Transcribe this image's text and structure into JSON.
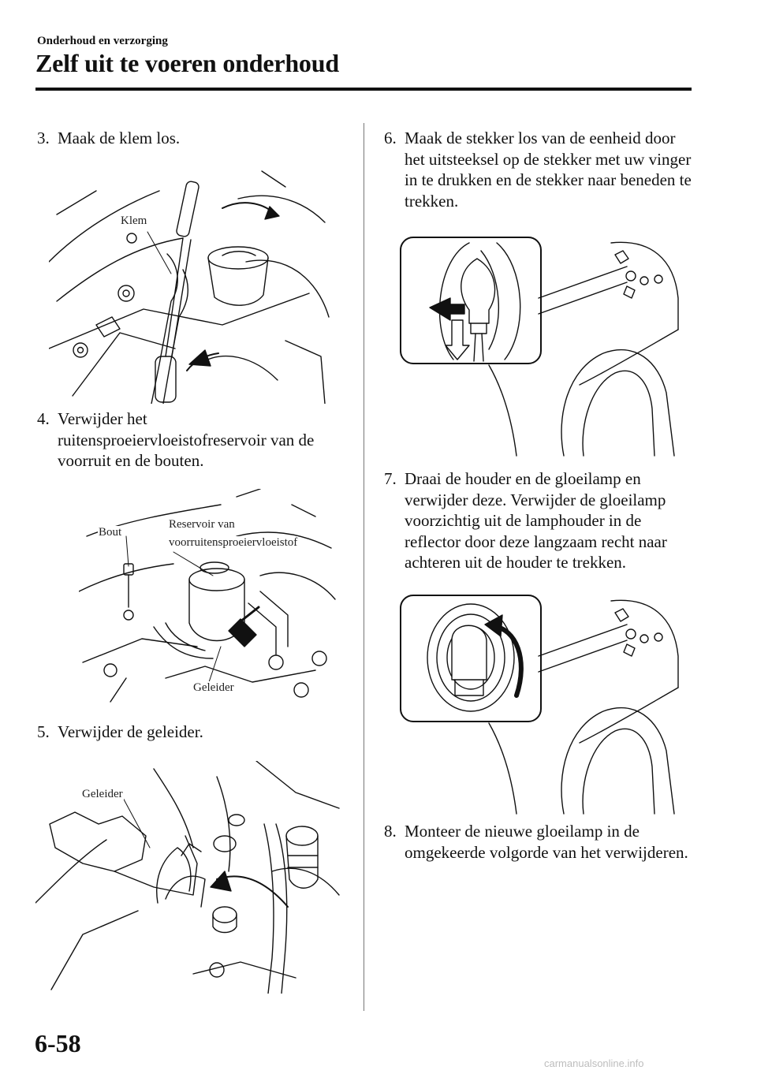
{
  "header": {
    "section": "Onderhoud en verzorging",
    "title": "Zelf uit te voeren onderhoud"
  },
  "steps": [
    {
      "num": "3.",
      "text": "Maak de klem los."
    },
    {
      "num": "4.",
      "text": "Verwijder het ruitensproeiervloeistofreservoir van de voorruit en de bouten."
    },
    {
      "num": "5.",
      "text": "Verwijder de geleider."
    },
    {
      "num": "6.",
      "text": "Maak de stekker los van de eenheid door het uitsteeksel op de stekker met uw vinger in te drukken en de stekker naar beneden te trekken."
    },
    {
      "num": "7.",
      "text": "Draai de houder en de gloeilamp en verwijder deze. Verwijder de gloeilamp voorzichtig uit de lamphouder in de reflector door deze langzaam recht naar achteren uit de houder te trekken."
    },
    {
      "num": "8.",
      "text": "Monteer de nieuwe gloeilamp in de omgekeerde volgorde van het verwijderen."
    }
  ],
  "figures": {
    "fig1": {
      "labels": {
        "klem": "Klem"
      }
    },
    "fig2": {
      "labels": {
        "bout": "Bout",
        "reservoir_line1": "Reservoir van",
        "reservoir_line2": "voorruitensproeiervloeistof",
        "geleider": "Geleider"
      }
    },
    "fig3": {
      "labels": {
        "geleider": "Geleider"
      }
    }
  },
  "footer": {
    "page_number": "6-58",
    "watermark": "carmanualsonline.info"
  }
}
